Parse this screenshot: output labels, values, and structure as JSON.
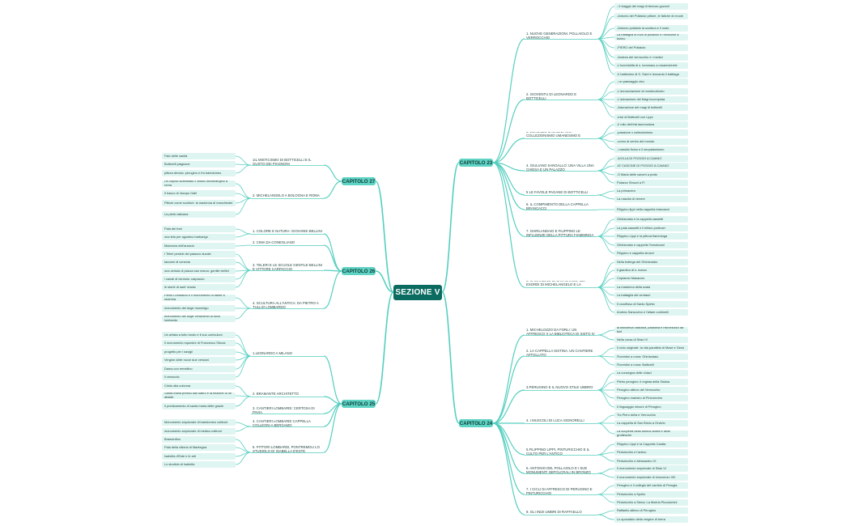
{
  "root": "SEZIONE V",
  "chapters": [
    {
      "label": "CAPITOLO 23",
      "sections": [
        {
          "label": "1. NUOVE GENERAZIONI. POLLAIOLO E VERROCCHIO",
          "leaves": [
            "- Il viaggio dei magi di benozo gozzoli",
            "-Antonio del Pollaiolo pittore, le fatiche di ercole",
            "-Antonio pollaiolo la scultura e il nudo",
            "La battaglia di nudi di pollaiolo e l'incisione a bulino",
            "-PIERO del Pollaiolo",
            "-Andrea del verrocchio e i medici",
            "-L'incredulità di s. tommaso a orsanmichele",
            "-Il battesimo di S. Salvi e leonardo il battiaga"
          ]
        },
        {
          "label": "2. GIOVENTÙ DI LEONARDO E BOTTICELLI",
          "leaves": [
            "- un paesaggio vivo",
            "-L'annunciazione di montecoliveto",
            "-L'adorazione dei Magi incompiuta",
            "-Adorazione dei magi di botticelli",
            "-Inizi di Botticelli con Lippi"
          ]
        },
        {
          "label": "3. LORENZO IL MAGNIFICO. COLLEZIONISMO UMANESIMO E CULTURA ANTIQUARIA",
          "leaves": [
            "-Il mito dell'età laurenziana",
            "-passione x collezionismo",
            "-uomo al centro del mondo",
            "- marsilio ficino e il neoplatonismo"
          ]
        },
        {
          "label": "4. GIULIANO SANGALLO: UNA VILLA UNA CHIESA E UN PALAZZO",
          "leaves": [
            "-&VILLA DI POGGIO A CAIANO",
            "-IE CASCINE DI POGGIO A CAIANO",
            "-S Maria delle carceri a prato",
            "Palazzo Strozzi a Fi"
          ]
        },
        {
          "label": "5 LE FAVOLE PAGANE DI BOTTICELLI",
          "leaves": [
            "La primavera",
            "La nascita di venere"
          ]
        },
        {
          "label": "6. IL COMPIMENTO DELLA CAPPELLA BRANCACCI",
          "leaves": [
            "Filippino lippi nella cappella brancacci"
          ]
        },
        {
          "label": "7. GHIRLANDAIO E FILIPPINO LE INFLUENZE DELLA PITTURA FIAMMINGA",
          "leaves": [
            "Ghirlandaio e la cappella sassetti",
            "La pala sassetti e il trittico portinari",
            "Filippino Lippi e la pittura fiamminga",
            "Ghirlandaio e cappella Tornabuoni",
            "Filippino e cappella strozzi"
          ]
        },
        {
          "label": "8. IL GIARDINO DI SAN MARCO. GLI ESORDI DI MICHELANGELO E LA SCULTURA",
          "leaves": [
            "Nella bottega del Ghirlandaio",
            "Il giardino di s. marco",
            "Copiando Masaccio",
            "La madonna della scala",
            "La battaglia dei centauri",
            "Il crocifisso di Santo Spirito",
            "Andrea Sansovino e l'altare corbinelli"
          ]
        }
      ]
    },
    {
      "label": "CAPITOLO 24",
      "sections": [
        {
          "label": "1. MICHELOZZO DA FORLÌ: UN AFFRESCO X LA BIBLIOTECA DI SISTO IV",
          "leaves": [
            "la biblioteca vaticana, paladina e michelozzo da furli",
            "Nella corsa di Sisto IV"
          ]
        },
        {
          "label": "2. LA CAPPELLA SISTINA: UN CANTIERE AFFOLLATO",
          "leaves": [
            "Il ciclo originale: la vita parallela di Mosè e Gesù",
            "Fiorentini a roma: Ghirlandaio",
            "Fiorentini a roma: Botticelli"
          ]
        },
        {
          "label": "3.PERUGINO E IL NUOVO STILE UMBRO",
          "leaves": [
            "La consegna delle chiavi",
            "Pietro perugino: il regista della Sistina",
            "Perugino allievo del Verrocchio",
            "Perugino maestro di Pinturicchio",
            "Il linguaggio minore di Perugino"
          ]
        },
        {
          "label": "4. I MUSCOLI DI LUCA SIGNORELLI",
          "leaves": [
            "Tra Piero della e Verrocchio",
            "La cappella di San Brizio a Orvieto",
            "La scoperta della domus aurea e delle grottesche"
          ]
        },
        {
          "label": "5.FILIPPINO LIPPI, PINTURICCHIO E IL CULTO PER L'ANTICO",
          "leaves": [
            "Filippino Lippi e la Cappella Carafa",
            "Pinturicchio e l'antico",
            "Pinturicchio e Alessandro VI"
          ]
        },
        {
          "label": "6. ANTONIO DEL POLLAIOLO E I SUE MONUMENTI SEPOLCRALI IN BRONZO",
          "leaves": [
            "Il monumento sepolcrale di Sisto VI",
            "Il monumento sepolcrale di Innocenzo VIII"
          ]
        },
        {
          "label": "7. I CICLI DI AFFRESCO DI PERUGINO E PINTURICCHIO",
          "leaves": [
            "Perugino e il collegio del cambio di Perugia",
            "Pinturicchio a Spello",
            "Pinturicchio a Siena: La libreria Piccolomini"
          ]
        },
        {
          "label": "8. GLI INIZI UMBRI DI RAFFAELLO",
          "leaves": [
            "Raffaello allievo di Perugino",
            "Lo sposalizio della vergine di brera"
          ]
        }
      ]
    },
    {
      "label": "CAPITOLO 27",
      "sections": [
        {
          "label": "1IL MISTICISMO DI BOTTICELLI E IL GUSTO DEI PIAGNONI",
          "leaves": [
            "Falò delle vanità",
            "Botticelli piagnone",
            "pittura devota: perugino e fra bartolomeo"
          ]
        },
        {
          "label": "2. MICHELANGELO A BOLOGNA E ROMA",
          "leaves": [
            "Un cupido scambiato x antico michelangelo a roma",
            "Il bacco di Jacopo Galli",
            "Pittore come scultore: la madonna di manchester",
            "La pietà vaticana"
          ]
        }
      ]
    },
    {
      "label": "CAPITOLO 26",
      "sections": [
        {
          "label": "1. COLORE E NATURA: GIOVANNI BELLINI",
          "leaves": [
            "Pala dei frari",
            "una tela per agostino barbarigo"
          ]
        },
        {
          "label": "2. CIMA DA CONEGLIANO",
          "leaves": [
            "Madonna dell'arancio"
          ]
        },
        {
          "label": "3. TELERI E LE SCUOLE GENTILE BELLINI E VITTORE CARPACCIO",
          "leaves": [
            "I Teleri perduti del palazzo ducale",
            "taccuini di venezia",
            "una veduta di piazza san marco: gentile bellini",
            "i canali di venezia: carpaccio",
            "le storie di sant' orsola"
          ]
        },
        {
          "label": "4. SCULTURA ALL'ANTICA: DA PIETRO A TULLIO LOMBARDO",
          "leaves": [
            "Pietro Lombardo e il monumento di dante a ravenna",
            "monumento del doge mocenigo",
            "monumento del doge vendramin di tullio lombardo"
          ]
        }
      ]
    },
    {
      "label": "CAPITOLO 25",
      "sections": [
        {
          "label": "1.LEONARDO A MILANO",
          "leaves": [
            "Un artista a tutto tondo e il suo curriculum",
            "Il monumento equestre di Francesco Sforza",
            "progetto per i navigli",
            "Vergine delle rocce due versioni",
            "Dama con ermellino",
            "Il cenacolo"
          ]
        },
        {
          "label": "2. BRAMANTE ARCHITETTO",
          "leaves": [
            "Cristo alla colonna",
            "Santa maria presso san satiro e la finzione di un abside",
            "Il predicamento di santa maria delle grazie"
          ]
        },
        {
          "label": "3. CANTIERI LOMBARDI: CERTOSA DI PAVIA",
          "leaves": []
        },
        {
          "label": "4. CANTIERI LOMBARDI CAPPELLA COLLEONI A BERGAMO",
          "leaves": [
            "Monumento sepolcrale di bartolomeo colleoni",
            "monumento sepolcrale di medea colleoni"
          ]
        },
        {
          "label": "5. PITTORI LOMBARDI, PONTREMOLI LO STUDIOLO DI ISABELLA D'ESTE",
          "leaves": [
            "Bramantino",
            "Pala della vittoria di Mantegna",
            "Isabella d'Este e le arti",
            "Lo studiolo di Isabella"
          ]
        }
      ]
    }
  ],
  "colors": {
    "root": "#0b6b60",
    "chapter": "#5fd3c4",
    "leaf_bg": "#dff5f1",
    "link": "#55cfbf"
  }
}
